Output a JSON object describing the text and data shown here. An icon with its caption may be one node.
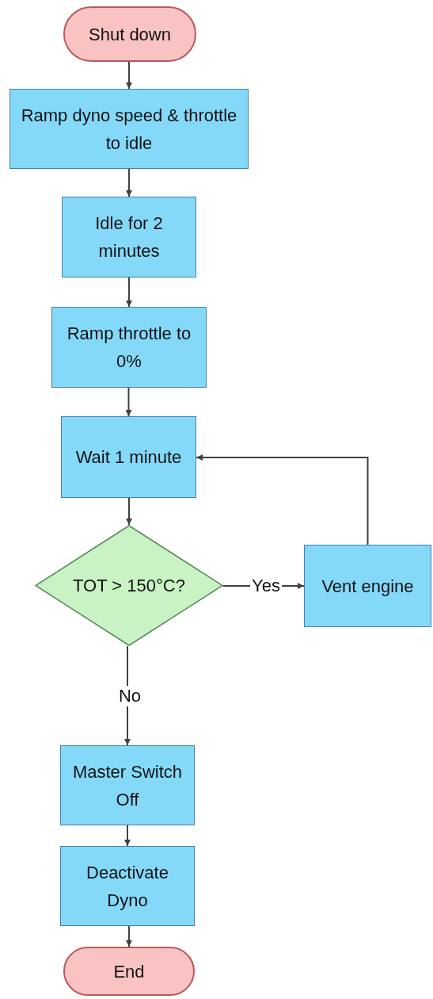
{
  "diagram": {
    "nodes": [
      {
        "text": [
          "Shut down"
        ]
      },
      {
        "text": [
          "Ramp dyno speed & throttle to idle"
        ]
      },
      {
        "text": [
          "Idle for 2 minutes"
        ]
      },
      {
        "text": [
          "Ramp throttle to 0%"
        ]
      },
      {
        "text": [
          "Wait 1 minute"
        ]
      },
      {
        "text": [
          "TOT > 150°C?"
        ]
      },
      {
        "text": [
          "Vent engine"
        ]
      },
      {
        "text": [
          "Master Switch Off"
        ]
      },
      {
        "text": [
          "Deactivate Dyno"
        ]
      },
      {
        "text": [
          "End"
        ]
      }
    ],
    "edges": [
      {
        "from": 0,
        "to": 1,
        "arrow": "to"
      },
      {
        "from": 1,
        "to": 2,
        "arrow": "to"
      },
      {
        "from": 2,
        "to": 3,
        "arrow": "to"
      },
      {
        "from": 3,
        "to": 4,
        "arrow": "to"
      },
      {
        "from": 4,
        "to": 5,
        "arrow": "to"
      },
      {
        "from": 5,
        "to": 6,
        "arrow": "to",
        "label": "Yes"
      },
      {
        "from": 6,
        "to": 4,
        "arrow": "to"
      },
      {
        "from": 5,
        "to": 7,
        "arrow": "to",
        "label": "No"
      },
      {
        "from": 7,
        "to": 8,
        "arrow": "to"
      },
      {
        "from": 8,
        "to": 9,
        "arrow": "to"
      }
    ]
  }
}
